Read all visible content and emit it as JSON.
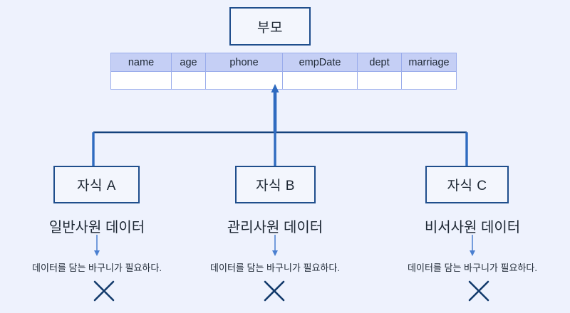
{
  "diagram": {
    "background_color": "#eef2fd",
    "box_border_color": "#1f4e8c",
    "connector_color": "#2f6bc0",
    "bus_color": "#14427c",
    "x_mark_color": "#123a6b",
    "table_header_color": "#c5cff5"
  },
  "parent": {
    "label": "부모",
    "table": {
      "headers": [
        "name",
        "age",
        "phone",
        "empDate",
        "dept",
        "marriage"
      ],
      "rows": [
        [
          "",
          "",
          "",
          "",
          "",
          ""
        ]
      ]
    }
  },
  "children": [
    {
      "box_label": "자식 A",
      "data_label": "일반사원 데이터",
      "note": "데이터를 담는 바구니가 필요하다.",
      "mark": "x-mark"
    },
    {
      "box_label": "자식 B",
      "data_label": "관리사원 데이터",
      "note": "데이터를 담는 바구니가 필요하다.",
      "mark": "x-mark"
    },
    {
      "box_label": "자식 C",
      "data_label": "비서사원 데이터",
      "note": "데이터를 담는 바구니가 필요하다.",
      "mark": "x-mark"
    }
  ]
}
